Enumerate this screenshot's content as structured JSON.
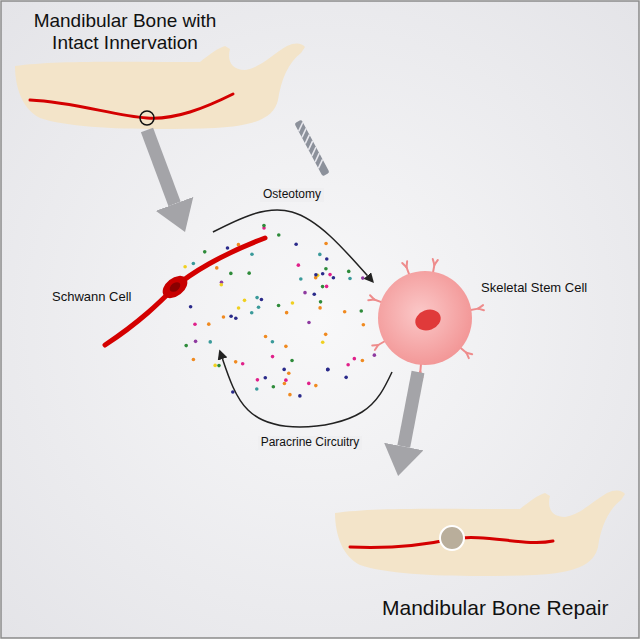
{
  "diagram": {
    "nodes": [
      {
        "text": [
          "Mandibular Bone with Intact Innervation"
        ]
      },
      {
        "text": [
          "Schwann Cell"
        ]
      },
      {
        "text": [
          "Skeletal Stem Cell"
        ]
      },
      {
        "text": [
          "Mandibular Bone Repair"
        ]
      }
    ],
    "edges": [
      {
        "from": 0,
        "to": 1,
        "arrow": "to"
      },
      {
        "from": 1,
        "to": 2,
        "label": "Osteotomy",
        "arrow": "to"
      },
      {
        "from": 2,
        "to": 1,
        "label": "Paracrine Circuitry",
        "arrow": "to"
      },
      {
        "from": 2,
        "to": 3,
        "arrow": "to"
      }
    ]
  }
}
